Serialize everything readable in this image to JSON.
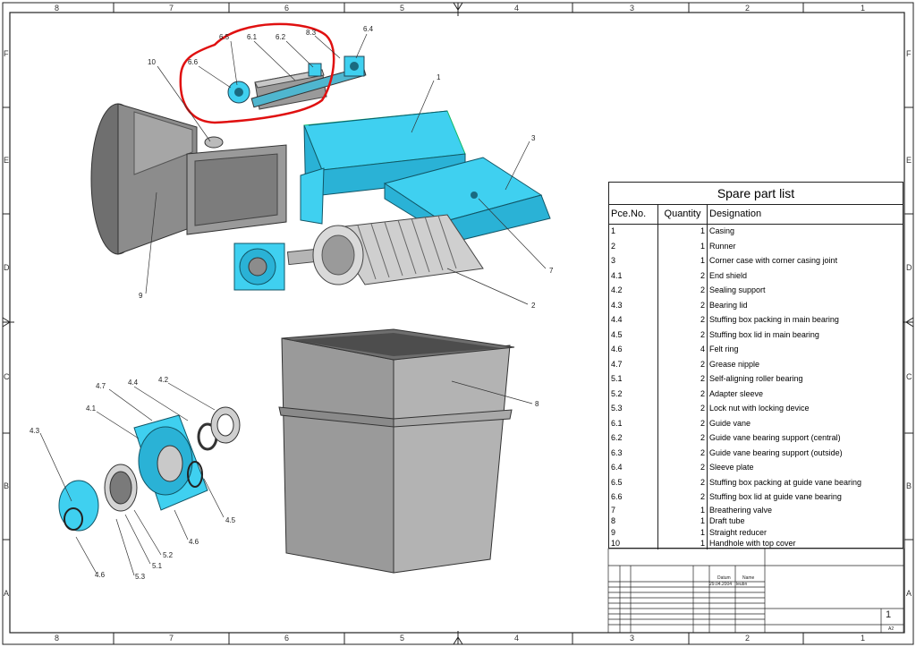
{
  "zones": {
    "columns": [
      "8",
      "7",
      "6",
      "5",
      "4",
      "3",
      "2",
      "1"
    ],
    "rows": [
      "F",
      "E",
      "D",
      "C",
      "B",
      "A"
    ]
  },
  "callouts": {
    "c_6_5": "6.5",
    "c_6_1": "6.1",
    "c_6_2": "6.2",
    "c_8_3": "8.3",
    "c_6_4": "6.4",
    "c_6_6": "6.6",
    "c_10": "10",
    "c_1": "1",
    "c_3": "3",
    "c_7": "7",
    "c_9": "9",
    "c_2": "2",
    "c_8": "8",
    "c_4_7": "4.7",
    "c_4_4": "4.4",
    "c_4_2": "4.2",
    "c_4_1": "4.1",
    "c_4_3": "4.3",
    "c_4_5": "4.5",
    "c_4_6a": "4.6",
    "c_4_6b": "4.6",
    "c_5_2": "5.2",
    "c_5_1": "5.1",
    "c_5_3": "5.3"
  },
  "spare_part_list": {
    "title": "Spare part list",
    "headers": {
      "pce_no": "Pce.No.",
      "quantity": "Quantity",
      "designation": "Designation"
    },
    "rows": [
      {
        "no": "1",
        "qty": "1",
        "name": "Casing"
      },
      {
        "no": "2",
        "qty": "1",
        "name": "Runner"
      },
      {
        "no": "3",
        "qty": "1",
        "name": "Corner case with corner casing joint"
      },
      {
        "no": "4.1",
        "qty": "2",
        "name": "End shield"
      },
      {
        "no": "4.2",
        "qty": "2",
        "name": "Sealing support"
      },
      {
        "no": "4.3",
        "qty": "2",
        "name": "Bearing lid"
      },
      {
        "no": "4.4",
        "qty": "2",
        "name": "Stuffing box packing in main bearing"
      },
      {
        "no": "4.5",
        "qty": "2",
        "name": "Stuffing box lid in main bearing"
      },
      {
        "no": "4.6",
        "qty": "4",
        "name": "Felt ring"
      },
      {
        "no": "4.7",
        "qty": "2",
        "name": "Grease nipple"
      },
      {
        "no": "5.1",
        "qty": "2",
        "name": "Self-aligning roller bearing"
      },
      {
        "no": "5.2",
        "qty": "2",
        "name": "Adapter sleeve"
      },
      {
        "no": "5.3",
        "qty": "2",
        "name": "Lock nut with locking device"
      },
      {
        "no": "6.1",
        "qty": "2",
        "name": "Guide vane"
      },
      {
        "no": "6.2",
        "qty": "2",
        "name": "Guide vane bearing support (central)"
      },
      {
        "no": "6.3",
        "qty": "2",
        "name": "Guide vane bearing support (outside)"
      },
      {
        "no": "6.4",
        "qty": "2",
        "name": "Sleeve plate"
      },
      {
        "no": "6.5",
        "qty": "2",
        "name": "Stuffing box packing at guide vane bearing"
      },
      {
        "no": "6.6",
        "qty": "2",
        "name": "Stuffing box lid at guide vane bearing"
      },
      {
        "no": "7",
        "qty": "1",
        "name": "Breathering valve"
      },
      {
        "no": "8",
        "qty": "1",
        "name": "Draft tube"
      },
      {
        "no": "9",
        "qty": "1",
        "name": "Straight reducer"
      },
      {
        "no": "10",
        "qty": "1",
        "name": "Handhole with top cover"
      }
    ]
  },
  "title_block": {
    "datum_label": "Datum",
    "name_label": "Name",
    "date": "29.04.2004",
    "drawn_by": "leubn",
    "sheet": "1",
    "size": "A2"
  },
  "colors": {
    "part_cyan": "#3fd0f0",
    "part_gray": "#8a8a8a",
    "highlight_red": "#e01010",
    "line": "#222222"
  }
}
